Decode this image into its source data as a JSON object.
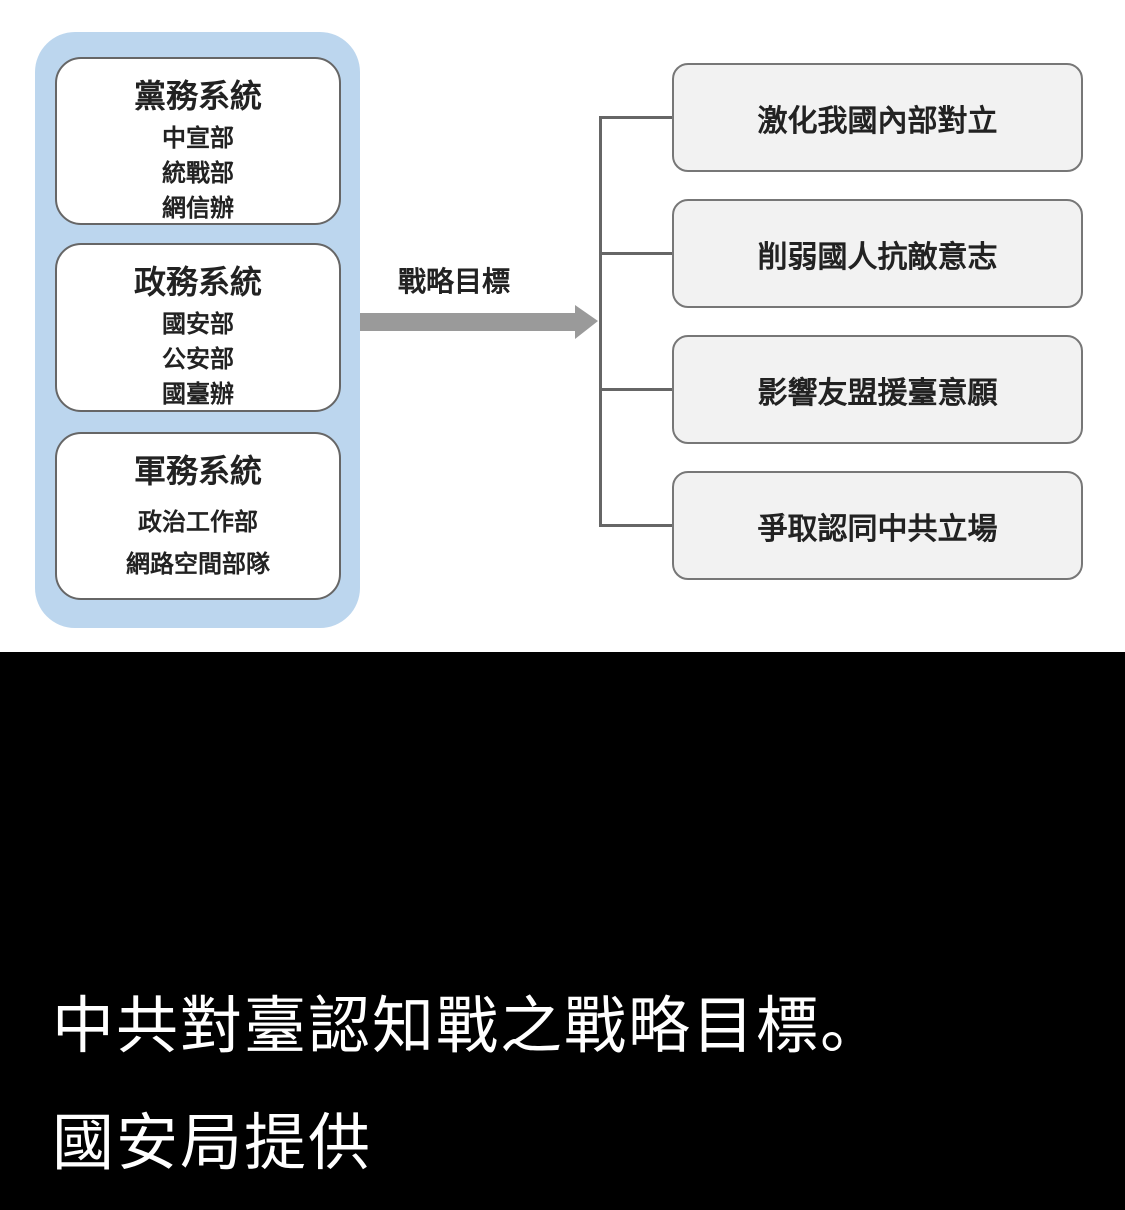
{
  "left_groups": [
    {
      "title": "黨務系統",
      "items": [
        "中宣部",
        "統戰部",
        "網信辦"
      ]
    },
    {
      "title": "政務系統",
      "items": [
        "國安部",
        "公安部",
        "國臺辦"
      ]
    },
    {
      "title": "軍務系統",
      "items": [
        "政治工作部",
        "網路空間部隊"
      ]
    }
  ],
  "arrow_label": "戰略目標",
  "targets": [
    "激化我國內部對立",
    "削弱國人抗敵意志",
    "影響友盟援臺意願",
    "爭取認同中共立場"
  ],
  "caption": {
    "line1": "中共對臺認知戰之戰略目標。",
    "line2": "國安局提供"
  }
}
